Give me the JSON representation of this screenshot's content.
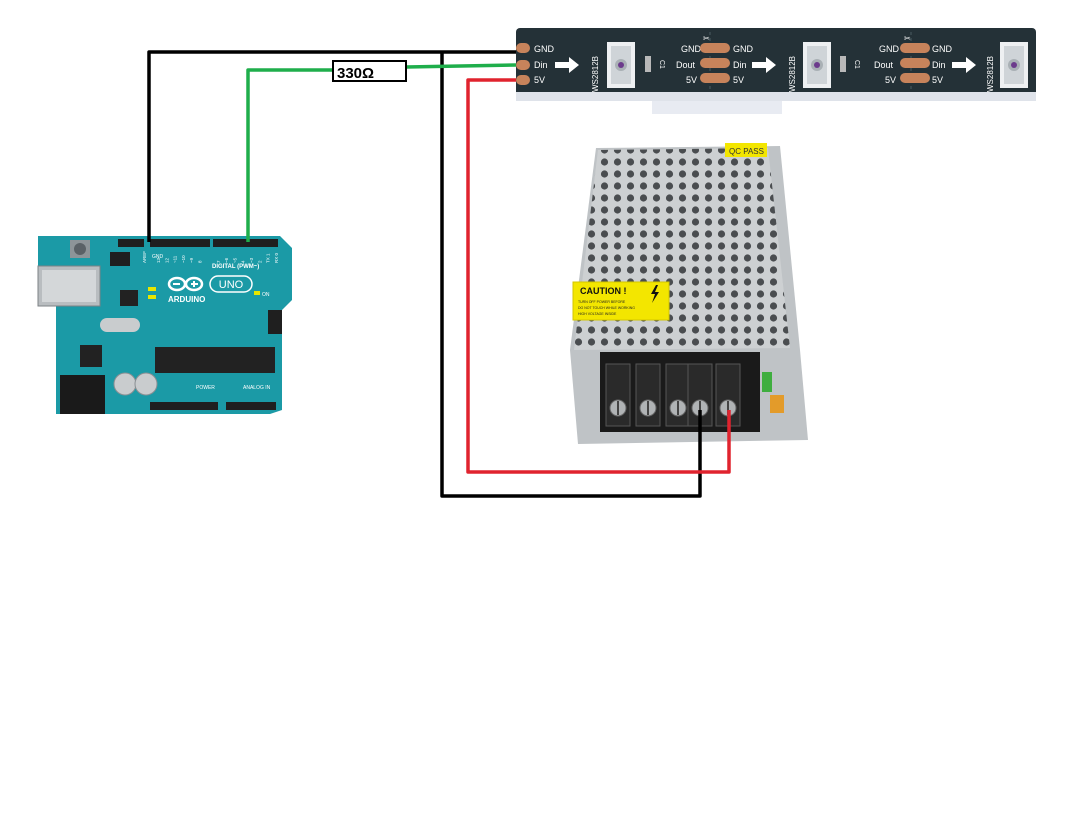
{
  "resistor": {
    "label": "330Ω"
  },
  "strip": {
    "leds": [
      {
        "chip": "WS2812B",
        "cap": "C1"
      },
      {
        "chip": "WS2812B",
        "cap": "C1"
      },
      {
        "chip": "WS2812B",
        "cap": ""
      }
    ],
    "pads_left": [
      "GND",
      "Din",
      "5V"
    ],
    "pads_mid_in": [
      "GND",
      "Dout",
      "5V"
    ],
    "pads_mid_out": [
      "GND",
      "Din",
      "5V"
    ]
  },
  "arduino": {
    "brand": "ARDUINO",
    "model": "UNO",
    "digital_label": "DIGITAL (PWM~)",
    "power_label": "POWER",
    "analog_label": "ANALOG IN",
    "on_label": "ON",
    "aref": "AREF",
    "gnd": "GND",
    "pins": [
      "13",
      "12",
      "~11",
      "~10",
      "~9",
      "8",
      "7",
      "~6",
      "~5",
      "4",
      "~3",
      "2",
      "TX 1",
      "RX 0"
    ]
  },
  "psu": {
    "qc_label": "QC PASS",
    "caution_title": "CAUTION !",
    "caution_lines": [
      "TURN OFF POWER BEFORE",
      "DO NOT TOUCH WHILE WORKING",
      "HIGH VOLTAGE INSIDE"
    ]
  },
  "colors": {
    "gnd_wire": "#000000",
    "data_wire": "#1fae4b",
    "power_wire": "#e0232e",
    "board": "#1b9aa6",
    "strip": "#243137",
    "pad": "#c7835b"
  }
}
